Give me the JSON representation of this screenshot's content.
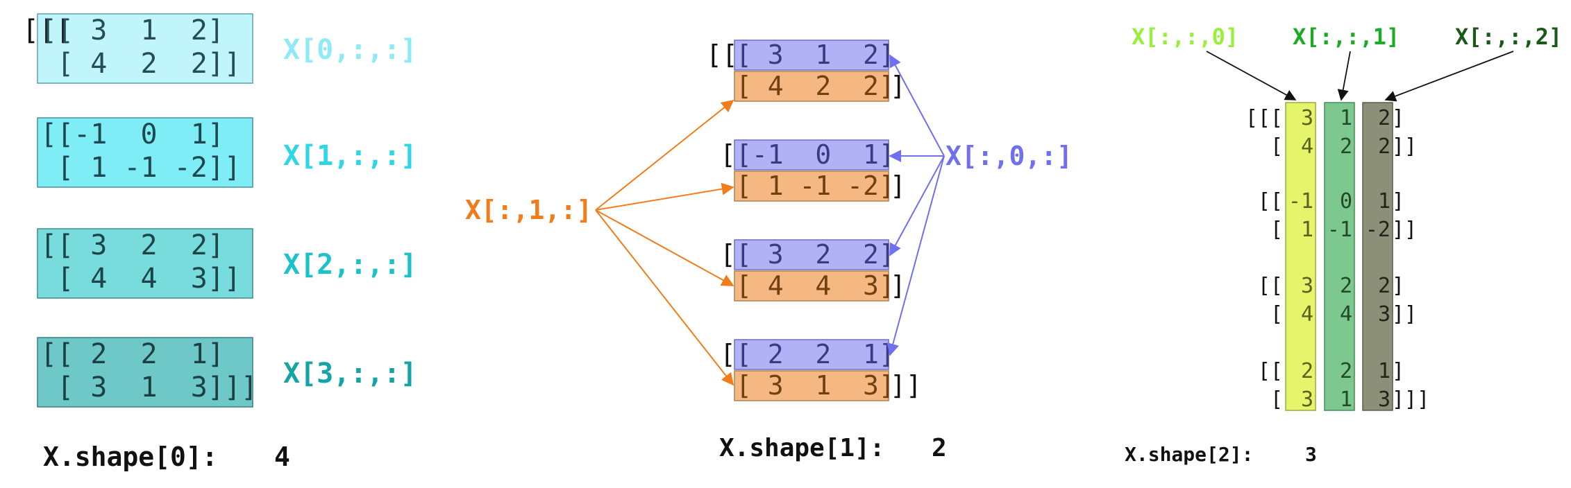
{
  "panel1": {
    "blocks": [
      {
        "open": "[[[",
        "row1": "[[ 3  1  2]",
        "row2": " [ 4  2  2]]",
        "label": "X[0,:,:]",
        "fill": "#bff5fb",
        "label_color": "#8eeaf6"
      },
      {
        "open": "",
        "row1": "[[-1  0  1]",
        "row2": " [ 1 -1 -2]]",
        "label": "X[1,:,:]",
        "fill": "#7eedf6",
        "label_color": "#2fd6e8"
      },
      {
        "open": "",
        "row1": "[[ 3  2  2]",
        "row2": " [ 4  4  3]]",
        "label": "X[2,:,:]",
        "fill": "#78dcdc",
        "label_color": "#1cc2c9"
      },
      {
        "open": "",
        "row1": "[[ 2  2  1]",
        "row2": " [ 3  1  3]]]",
        "label": "X[3,:,:]",
        "fill": "#6ec8c8",
        "label_color": "#15a3a6"
      }
    ],
    "shape_label": "X.shape[0]:",
    "shape_value": "4"
  },
  "panel2": {
    "blocks": [
      {
        "open": "[[",
        "row1": "[ 3  1  2]",
        "close1": "",
        "row2": "[ 4  2  2]",
        "close2": "]"
      },
      {
        "open": "[",
        "row1": "[-1  0  1]",
        "close1": "",
        "row2": "[ 1 -1 -2]",
        "close2": "]"
      },
      {
        "open": "[",
        "row1": "[ 3  2  2]",
        "close1": "",
        "row2": "[ 4  4  3]",
        "close2": "]"
      },
      {
        "open": "[",
        "row1": "[ 2  2  1]",
        "close1": "",
        "row2": "[ 3  1  3]",
        "close2": "]]"
      }
    ],
    "label_axis1": "X[:,1,:]",
    "label_axis0": "X[:,0,:]",
    "row0_color": "#b1b1f5",
    "row1_color": "#f5b883",
    "axis1_color": "#f07c1a",
    "axis0_color": "#6f6ff0",
    "shape_label": "X.shape[1]:",
    "shape_value": "2"
  },
  "panel3": {
    "col_labels": [
      "X[:,:,0]",
      "X[:,:,1]",
      "X[:,:,2]"
    ],
    "col_label_colors": [
      "#99f03a",
      "#1cab24",
      "#1a5a18"
    ],
    "col_fills": [
      "#e4f56c",
      "#7cc88f",
      "#8c9078"
    ],
    "rows": [
      {
        "prefix": "[[[",
        "vals": [
          "3",
          "1",
          "2"
        ],
        "suffix": "]"
      },
      {
        "prefix": "[",
        "vals": [
          "4",
          "2",
          "2"
        ],
        "suffix": "]]"
      },
      {
        "prefix": "[[",
        "vals": [
          "-1",
          "0",
          "1"
        ],
        "suffix": "]"
      },
      {
        "prefix": "[",
        "vals": [
          "1",
          "-1",
          "-2"
        ],
        "suffix": "]]"
      },
      {
        "prefix": "[[",
        "vals": [
          "3",
          "2",
          "2"
        ],
        "suffix": "]"
      },
      {
        "prefix": "[",
        "vals": [
          "4",
          "4",
          "3"
        ],
        "suffix": "]]"
      },
      {
        "prefix": "[[",
        "vals": [
          "2",
          "2",
          "1"
        ],
        "suffix": "]"
      },
      {
        "prefix": "[",
        "vals": [
          "3",
          "1",
          "3"
        ],
        "suffix": "]]]"
      }
    ],
    "shape_label": "X.shape[2]:",
    "shape_value": "3"
  }
}
